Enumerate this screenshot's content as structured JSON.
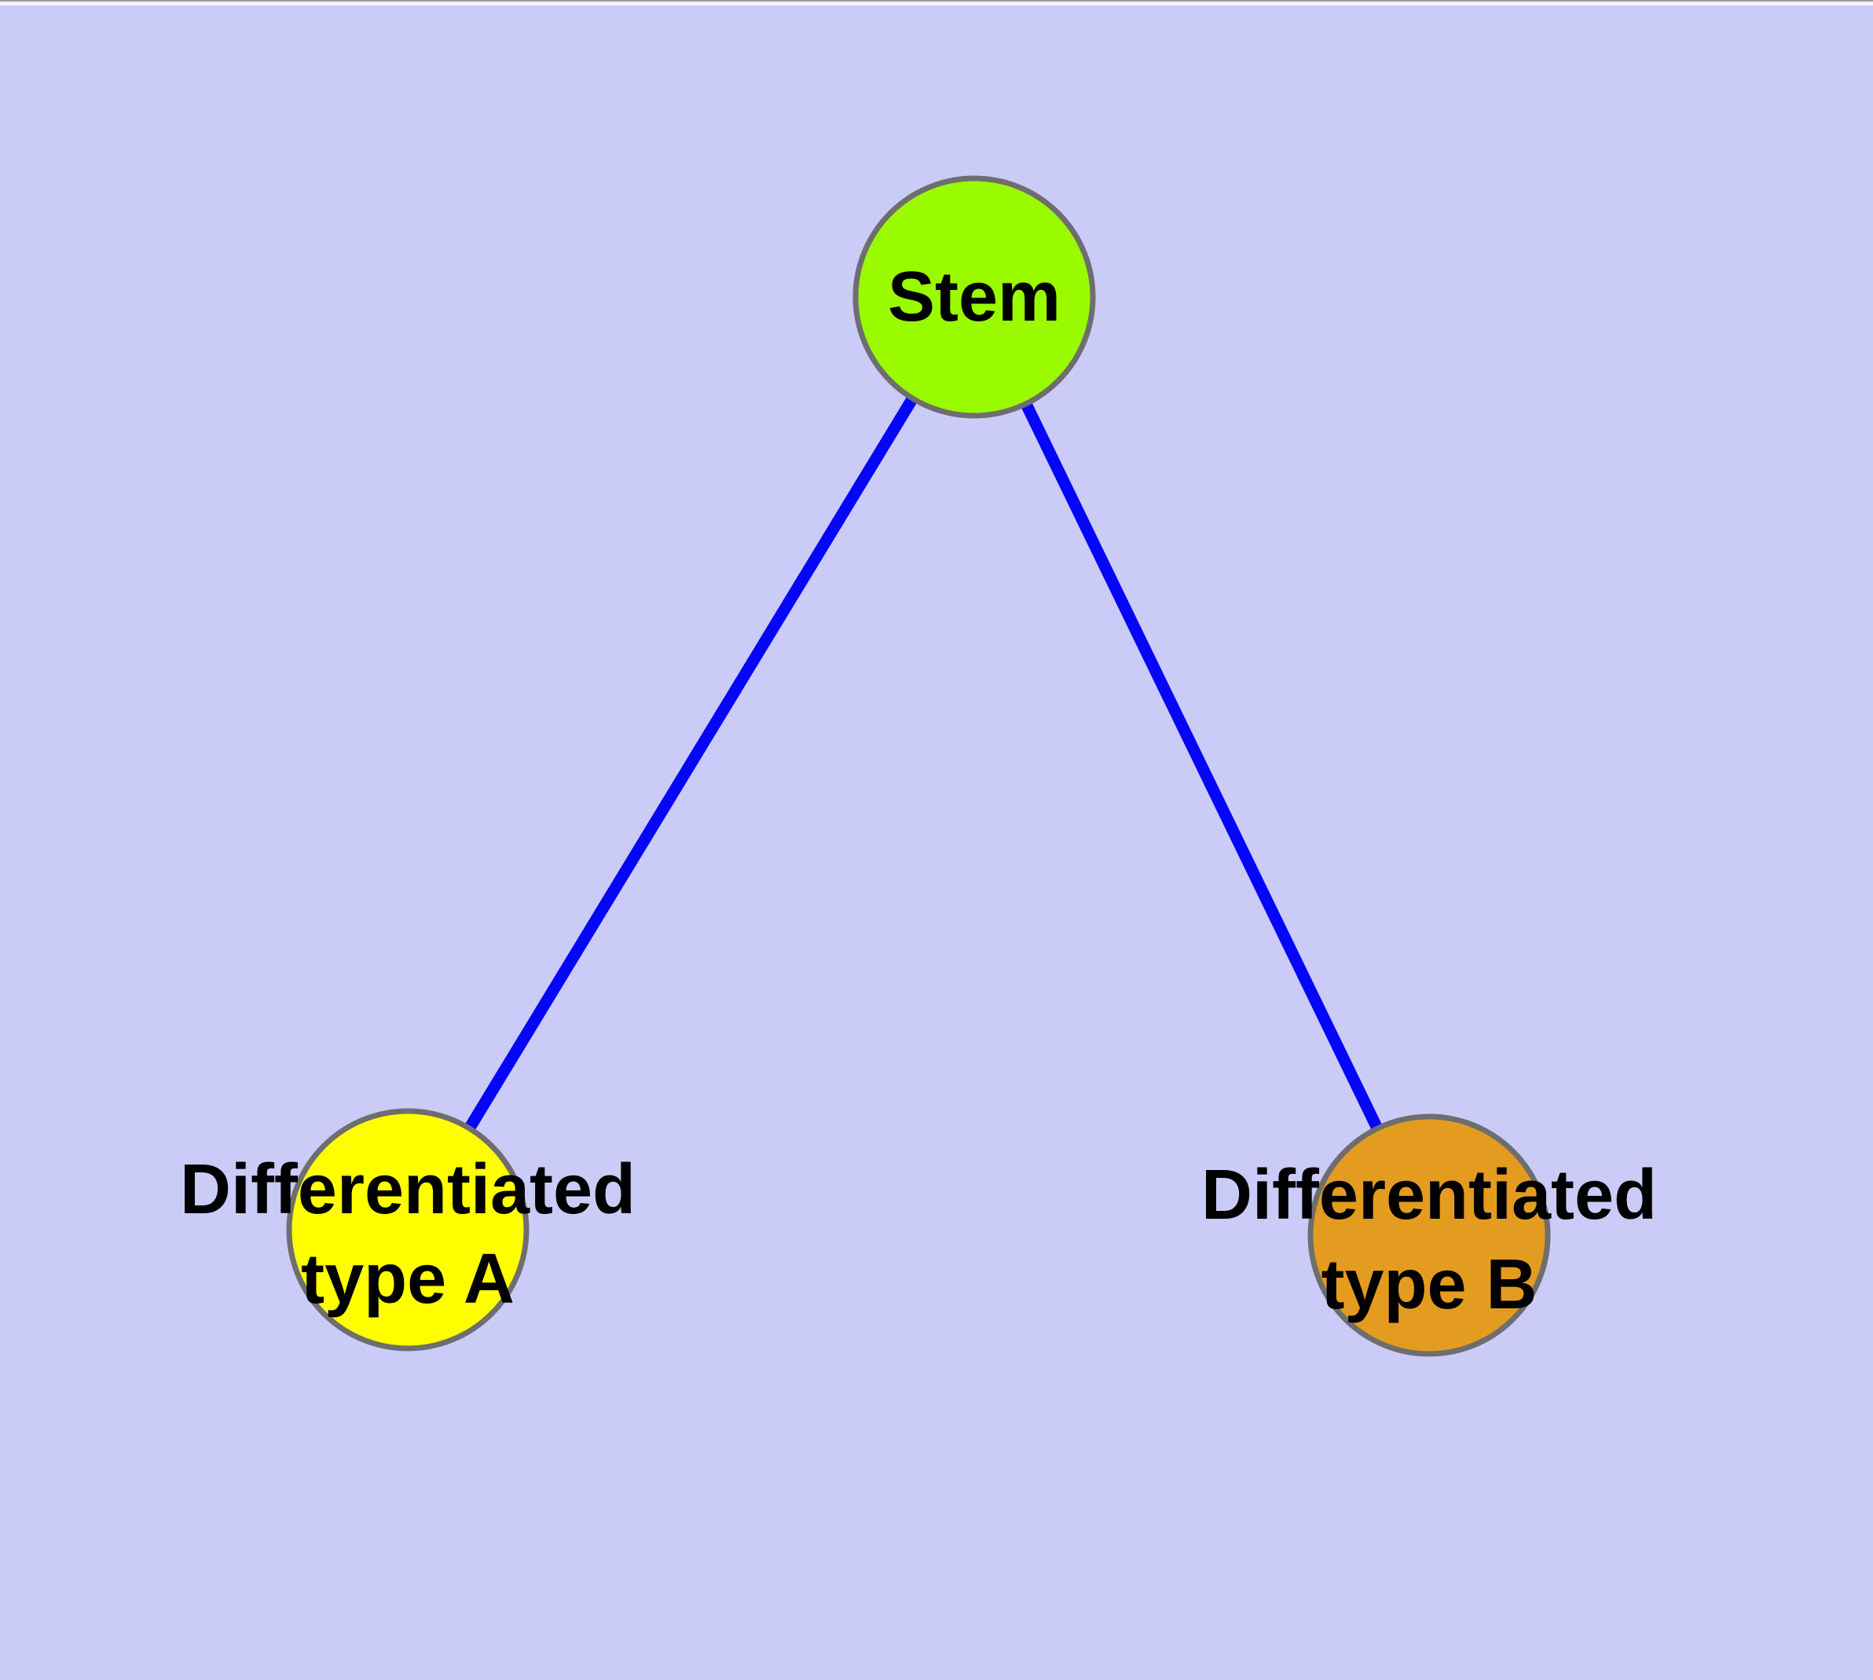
{
  "diagram": {
    "type": "graph",
    "description": "Stem cell differentiation diagram: a stem node connected by two edges to two differentiated cell type nodes",
    "background_color": "#CBCBF8",
    "top_hairline_color": "#9B9BA8",
    "top_margin_color": "#F6F6FB",
    "edge_color": "#0505F8",
    "node_border_color": "#6E6E6E",
    "label_color": "#000000",
    "nodes": [
      {
        "id": "stem",
        "label": "Stem",
        "fill": "#9AFA00"
      },
      {
        "id": "diff-a",
        "label_line1": "Differentiated",
        "label_line2": "type A",
        "fill": "#FFFF00"
      },
      {
        "id": "diff-b",
        "label_line1": "Differentiated",
        "label_line2": "type B",
        "fill": "#E49C20"
      }
    ],
    "edges": [
      {
        "from": "Stem",
        "to": "Differentiated type A"
      },
      {
        "from": "Stem",
        "to": "Differentiated type B"
      }
    ]
  }
}
